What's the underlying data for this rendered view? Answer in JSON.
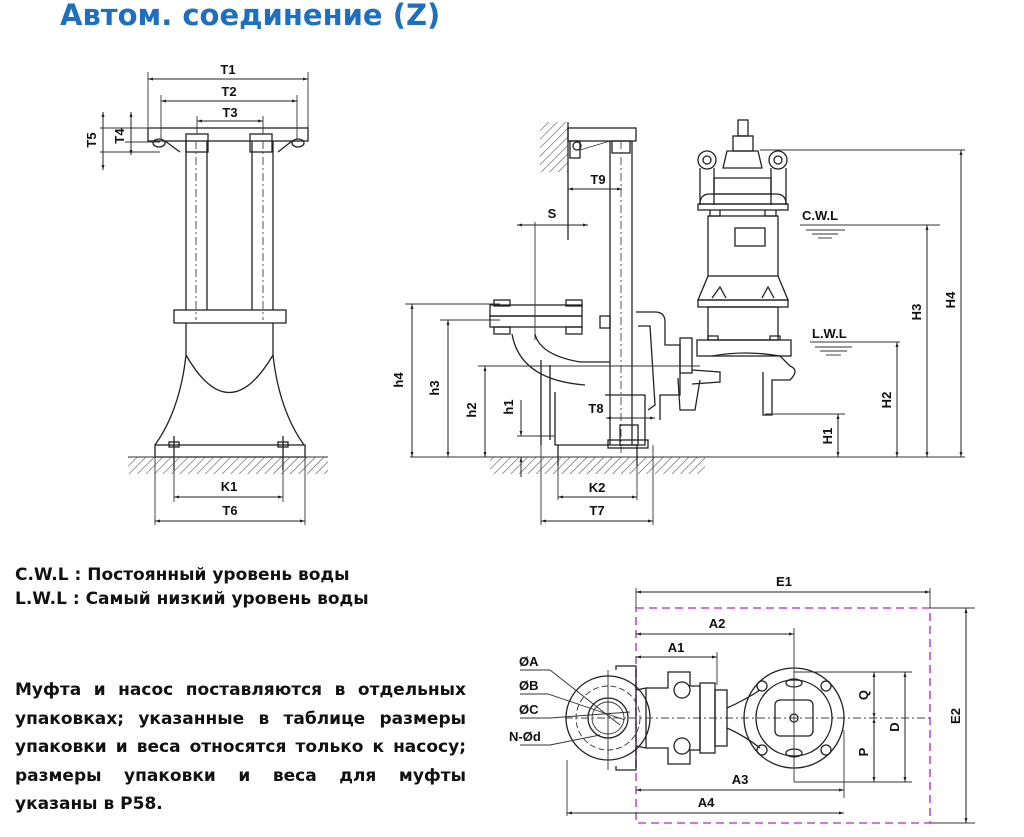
{
  "header": {
    "title": "Автом. соединение (Z)",
    "title_color": "#1f6fc0"
  },
  "legend": {
    "cwl": "C.W.L : Постоянный уровень воды",
    "lwl": "L.W.L : Самый низкий уровень воды"
  },
  "note": {
    "lines": [
      "Муфта и насос поставляются в отдельных",
      "упаковках; указанные в таблице размеры",
      "упаковки и веса относятся только к насосу;",
      "размеры упаковки и веса для муфты",
      "указаны в P58."
    ]
  },
  "front_view": {
    "labels": {
      "T1": "T1",
      "T2": "T2",
      "T3": "T3",
      "T4": "T4",
      "T5": "T5",
      "K1": "K1",
      "T6": "T6"
    }
  },
  "side_view": {
    "labels": {
      "T9": "T9",
      "S": "S",
      "T8": "T8",
      "K2": "K2",
      "T7": "T7",
      "h1": "h1",
      "h2": "h2",
      "h3": "h3",
      "h4": "h4",
      "H1": "H1",
      "H2": "H2",
      "H3": "H3",
      "H4": "H4",
      "cwl": "C.W.L",
      "lwl": "L.W.L"
    }
  },
  "plan_view": {
    "labels": {
      "E1": "E1",
      "E2": "E2",
      "A1": "A1",
      "A2": "A2",
      "A3": "A3",
      "A4": "A4",
      "Q": "Q",
      "P": "P",
      "D": "D",
      "dA": "ØA",
      "dB": "ØB",
      "dC": "ØC",
      "Nd": "N-Ød"
    },
    "envelope_color": "#c24bd6"
  }
}
